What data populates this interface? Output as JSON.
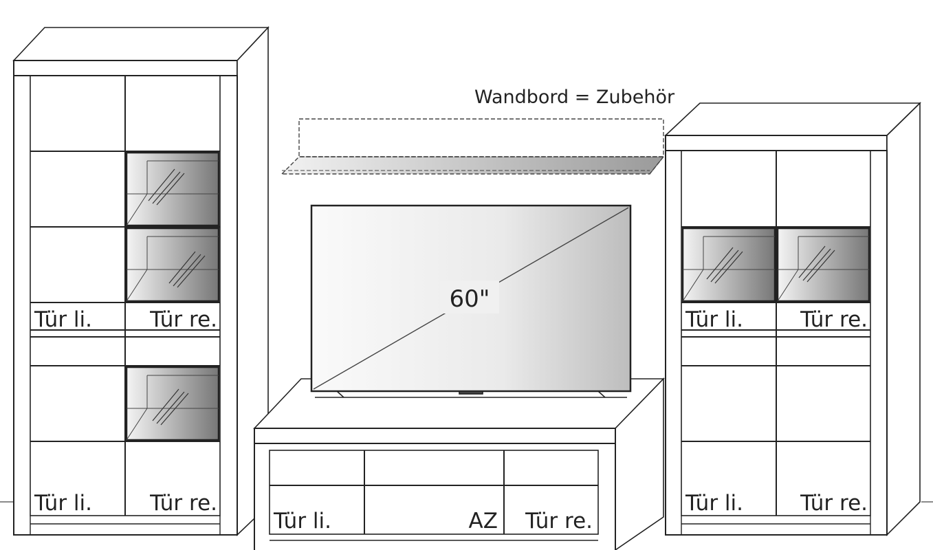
{
  "shelf": {
    "label": "Wandbord = Zubehör"
  },
  "tv": {
    "size_label": "60\""
  },
  "left_cabinet": {
    "upper": {
      "left_label": "Tür li.",
      "right_label": "Tür re."
    },
    "lower": {
      "left_label": "Tür li.",
      "right_label": "Tür re."
    }
  },
  "right_cabinet": {
    "upper": {
      "left_label": "Tür li.",
      "right_label": "Tür re."
    },
    "lower": {
      "left_label": "Tür li.",
      "right_label": "Tür re."
    }
  },
  "lowboard": {
    "left_label": "Tür li.",
    "middle_label": "AZ",
    "right_label": "Tür re."
  },
  "colors": {
    "line": "#222222",
    "glass_dark": "#7a7a7a",
    "glass_light": "#e6e6e6"
  }
}
